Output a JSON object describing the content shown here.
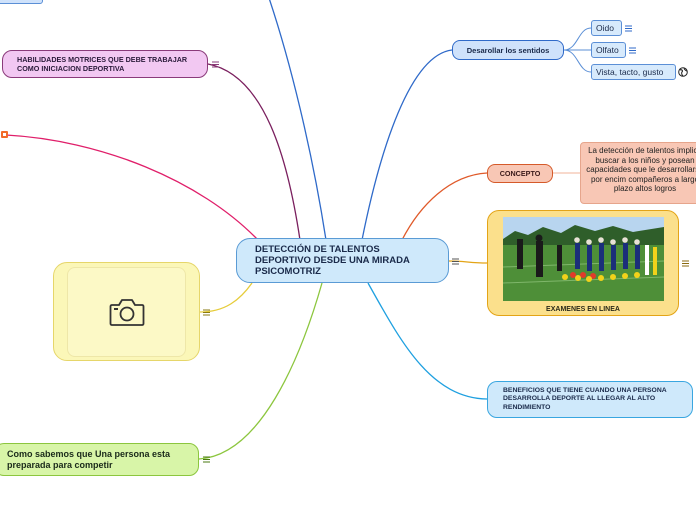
{
  "central": {
    "title": "DETECCIÓN DE TALENTOS DEPORTIVO DESDE UNA MIRADA PSICOMOTRIZ"
  },
  "habilidades": {
    "label": "HABILIDADES MOTRICES QUE DEBE TRABAJAR COMO INICIACION DEPORTIVA"
  },
  "sentidos": {
    "label": "Desarollar los sentidos",
    "items": [
      {
        "label": "Oido"
      },
      {
        "label": "Olfato"
      },
      {
        "label": "Vista, tacto, gusto"
      }
    ]
  },
  "concepto": {
    "label": "CONCEPTO",
    "text": "La detección de talentos implica buscar a los niños y posean capacidades que le desarrollarse por encim compañeros a largo plazo altos logros"
  },
  "examenes": {
    "label": "EXAMENES EN LINEA"
  },
  "beneficios": {
    "label": "BENEFICIOS QUE TIENE CUANDO UNA PERSONA DESARROLLA DEPORTE AL LLEGAR AL ALTO RENDIMIENTO"
  },
  "como": {
    "label": "Como sabemos que Una persona esta preparada para competir"
  },
  "icons": {
    "note": "note-icon",
    "globe": "globe-icon",
    "camera": "camera-icon",
    "photo": "photo-image"
  },
  "colors": {
    "central": "#cfe9fb",
    "habilidades": "#f2c8f2",
    "sentidos": "#cfe2fb",
    "concepto": "#f8c7b5",
    "examenes": "#fbe08c",
    "beneficios": "#cfe9fb",
    "photo": "#fbf7b8",
    "como": "#d8f5a8"
  }
}
